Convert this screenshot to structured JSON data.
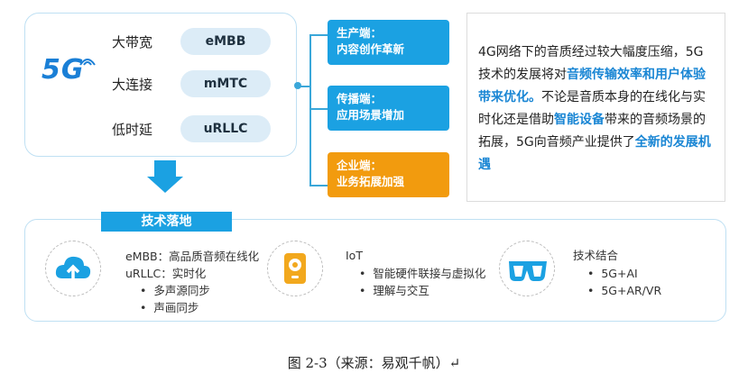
{
  "fiveg": {
    "logo": "5G",
    "rows": [
      {
        "cn": "大带宽",
        "en": "eMBB"
      },
      {
        "cn": "大连接",
        "en": "mMTC"
      },
      {
        "cn": "低时延",
        "en": "uRLLC"
      }
    ]
  },
  "boxes": [
    {
      "line1": "生产端：",
      "line2": "内容创作革新",
      "color": "#1ba1e2"
    },
    {
      "line1": "传播端：",
      "line2": "应用场景增加",
      "color": "#1ba1e2"
    },
    {
      "line1": "企业端：",
      "line2": "业务拓展加强",
      "color": "#f29b0e"
    }
  ],
  "panel": {
    "t1": "4G网络下的音质经过较大幅度压缩，5G技术的发展将对",
    "h1": "音频传输效率和用户体验带来优化。",
    "t2": "不论是音质本身的在线化与实时化还是借助",
    "h2": "智能设备",
    "t3": "带来的音频场景的拓展，5G向音频产业提供了",
    "h3": "全新的发展机遇"
  },
  "tech": {
    "tag": "技术落地",
    "col1": {
      "l1": "eMBB：高品质音频在线化",
      "l2": "uRLLC：实时化",
      "b1": "多声源同步",
      "b2": "声画同步"
    },
    "col2": {
      "title": "IoT",
      "b1": "智能硬件联接与虚拟化",
      "b2": "理解与交互"
    },
    "col3": {
      "title": "技术结合",
      "b1": "5G+AI",
      "b2": "5G+AR/VR"
    }
  },
  "caption": "图  2-3（来源：易观千帆）↵",
  "colors": {
    "accent": "#1ba1e2",
    "orange": "#f29b0e",
    "pill": "#dcecf7",
    "highlight": "#1a86d4"
  }
}
